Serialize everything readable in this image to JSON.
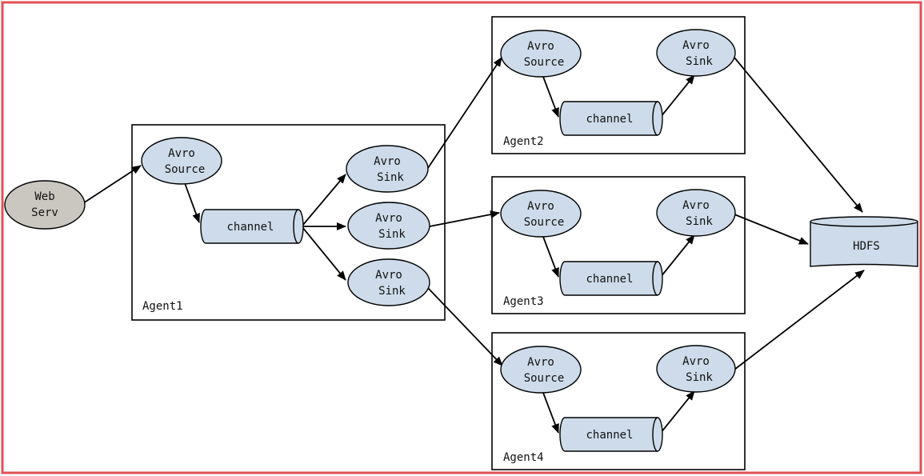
{
  "frame_color": "#e05055",
  "node_fill": "#cddbea",
  "source_fill": "#c9c7c0",
  "agents": {
    "agent1": "Agent1",
    "agent2": "Agent2",
    "agent3": "Agent3",
    "agent4": "Agent4"
  },
  "web_serv": {
    "line1": "Web",
    "line2": "Serv"
  },
  "avro_source": {
    "line1": "Avro",
    "line2": "Source"
  },
  "avro_sink": {
    "line1": "Avro",
    "line2": "Sink"
  },
  "channel": "channel",
  "hdfs": "HDFS"
}
